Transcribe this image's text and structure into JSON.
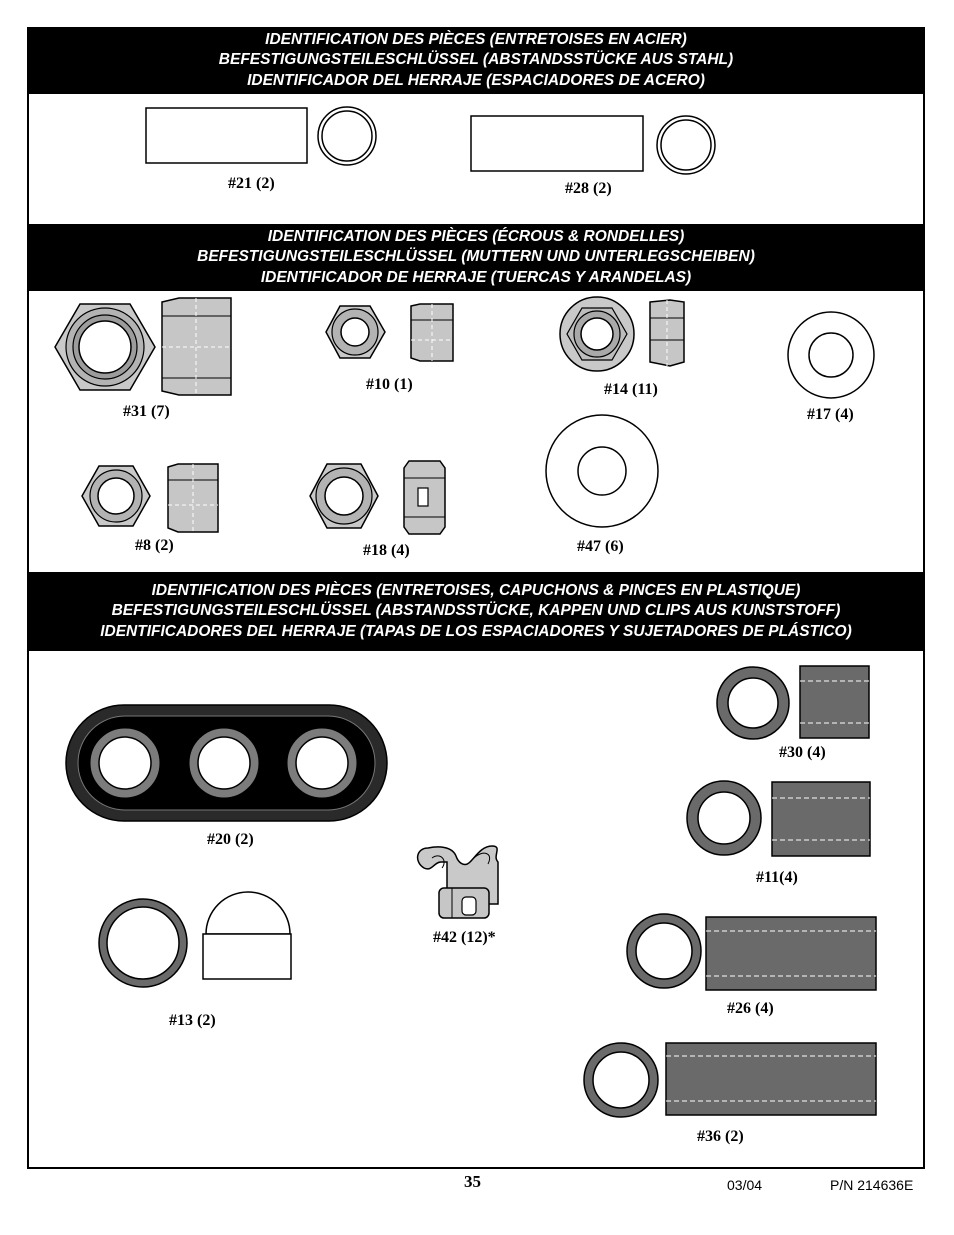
{
  "sections": [
    {
      "lines": [
        "IDENTIFICATION DES PIÈCES (ENTRETOISES EN ACIER)",
        "BEFESTIGUNGSTEILESCHLÜSSEL (ABSTANDSSTÜCKE AUS STAHL)",
        "IDENTIFICADOR DEL HERRAJE (ESPACIADORES DE ACERO)"
      ]
    },
    {
      "lines": [
        "IDENTIFICATION DES PIÈCES (ÉCROUS & RONDELLES)",
        "BEFESTIGUNGSTEILESCHLÜSSEL (MUTTERN UND UNTERLEGSCHEIBEN)",
        "IDENTIFICADOR DE HERRAJE (TUERCAS Y ARANDELAS)"
      ]
    },
    {
      "lines": [
        "IDENTIFICATION DES PIÈCES (ENTRETOISES, CAPUCHONS & PINCES EN PLASTIQUE)",
        "BEFESTIGUNGSTEILESCHLÜSSEL (ABSTANDSSTÜCKE, KAPPEN UND CLIPS AUS KUNSTSTOFF)",
        "IDENTIFICADORES DEL HERRAJE (TAPAS DE LOS ESPACIADORES Y SUJETADORES DE PLÁSTICO)"
      ]
    }
  ],
  "parts": {
    "p21": "#21 (2)",
    "p28": "#28 (2)",
    "p31": "#31 (7)",
    "p10": "#10 (1)",
    "p14": "#14 (11)",
    "p17": "#17 (4)",
    "p8": "#8 (2)",
    "p18": "#18 (4)",
    "p47": "#47 (6)",
    "p20": "#20 (2)",
    "p30": "#30 (4)",
    "p11": "#11(4)",
    "p42": "#42 (12)*",
    "p13": "#13 (2)",
    "p26": "#26 (4)",
    "p36": "#36 (2)"
  },
  "footer": {
    "page_number": "35",
    "date": "03/04",
    "part_number": "P/N 214636E"
  },
  "colors": {
    "band_bg": "#000000",
    "band_text": "#ffffff",
    "plastic_gray": "#6a6a6a",
    "nut_gray": "#b9b9b9"
  }
}
